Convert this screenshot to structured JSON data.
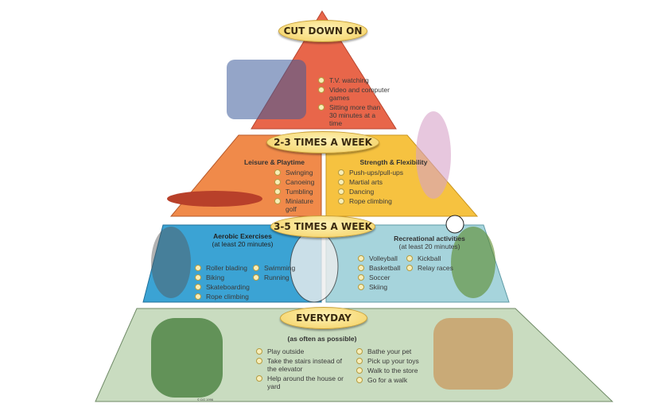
{
  "levels": {
    "top": {
      "label": "CUT DOWN ON",
      "items": [
        "T.V. watching",
        "Video and computer games",
        "Sitting more than 30 minutes at a time"
      ]
    },
    "second": {
      "label": "2-3 TIMES A WEEK",
      "left": {
        "heading": "Leisure & Playtime",
        "items": [
          "Swinging",
          "Canoeing",
          "Tumbling",
          "Miniature golf"
        ]
      },
      "right": {
        "heading": "Strength & Flexibility",
        "items": [
          "Push-ups/pull-ups",
          "Martial arts",
          "Dancing",
          "Rope climbing"
        ]
      }
    },
    "third": {
      "label": "3-5 TIMES A WEEK",
      "left": {
        "heading": "Aerobic Exercises",
        "sub": "(at least 20 minutes)",
        "col1": [
          "Roller blading",
          "Biking",
          "Skateboarding",
          "Rope climbing"
        ],
        "col2": [
          "Swimming",
          "Running"
        ]
      },
      "right": {
        "heading": "Recreational activities",
        "sub": "(at least 20 minutes)",
        "col1": [
          "Volleyball",
          "Basketball",
          "Soccer",
          "Skiing"
        ],
        "col2": [
          "Kickball",
          "Relay races"
        ]
      }
    },
    "base": {
      "label": "EVERYDAY",
      "sub": "(as often as possible)",
      "col1": [
        "Play outside",
        "Take the stairs instead of the elevator",
        "Help around the house or yard"
      ],
      "col2": [
        "Bathe your pet",
        "Pick up your toys",
        "Walk to the store",
        "Go for a walk"
      ]
    }
  },
  "copyright": "© DG 1996",
  "colors": {
    "top": "#e8664a",
    "orange": "#f08a4a",
    "yellow": "#f6c240",
    "blue": "#3ba3d4",
    "teal": "#a6d4dc",
    "base": "#c9dcc0"
  }
}
